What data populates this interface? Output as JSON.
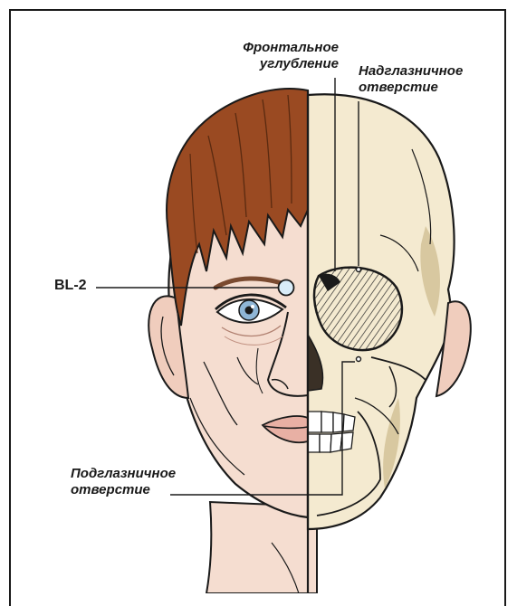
{
  "labels": {
    "frontal_notch": "Фронтальное\nуглубление",
    "supraorbital_foramen": "Надглазничное\nотверстие",
    "bl2_point": "BL-2",
    "infraorbital_foramen": "Подглазничное\nотверстие"
  },
  "colors": {
    "skin": "#f5ddd0",
    "hair": "#9a4a22",
    "bone": "#f4ead0",
    "iris": "#8fb6d6",
    "marker": "#d9ecf8",
    "line": "#1a1a1a"
  }
}
